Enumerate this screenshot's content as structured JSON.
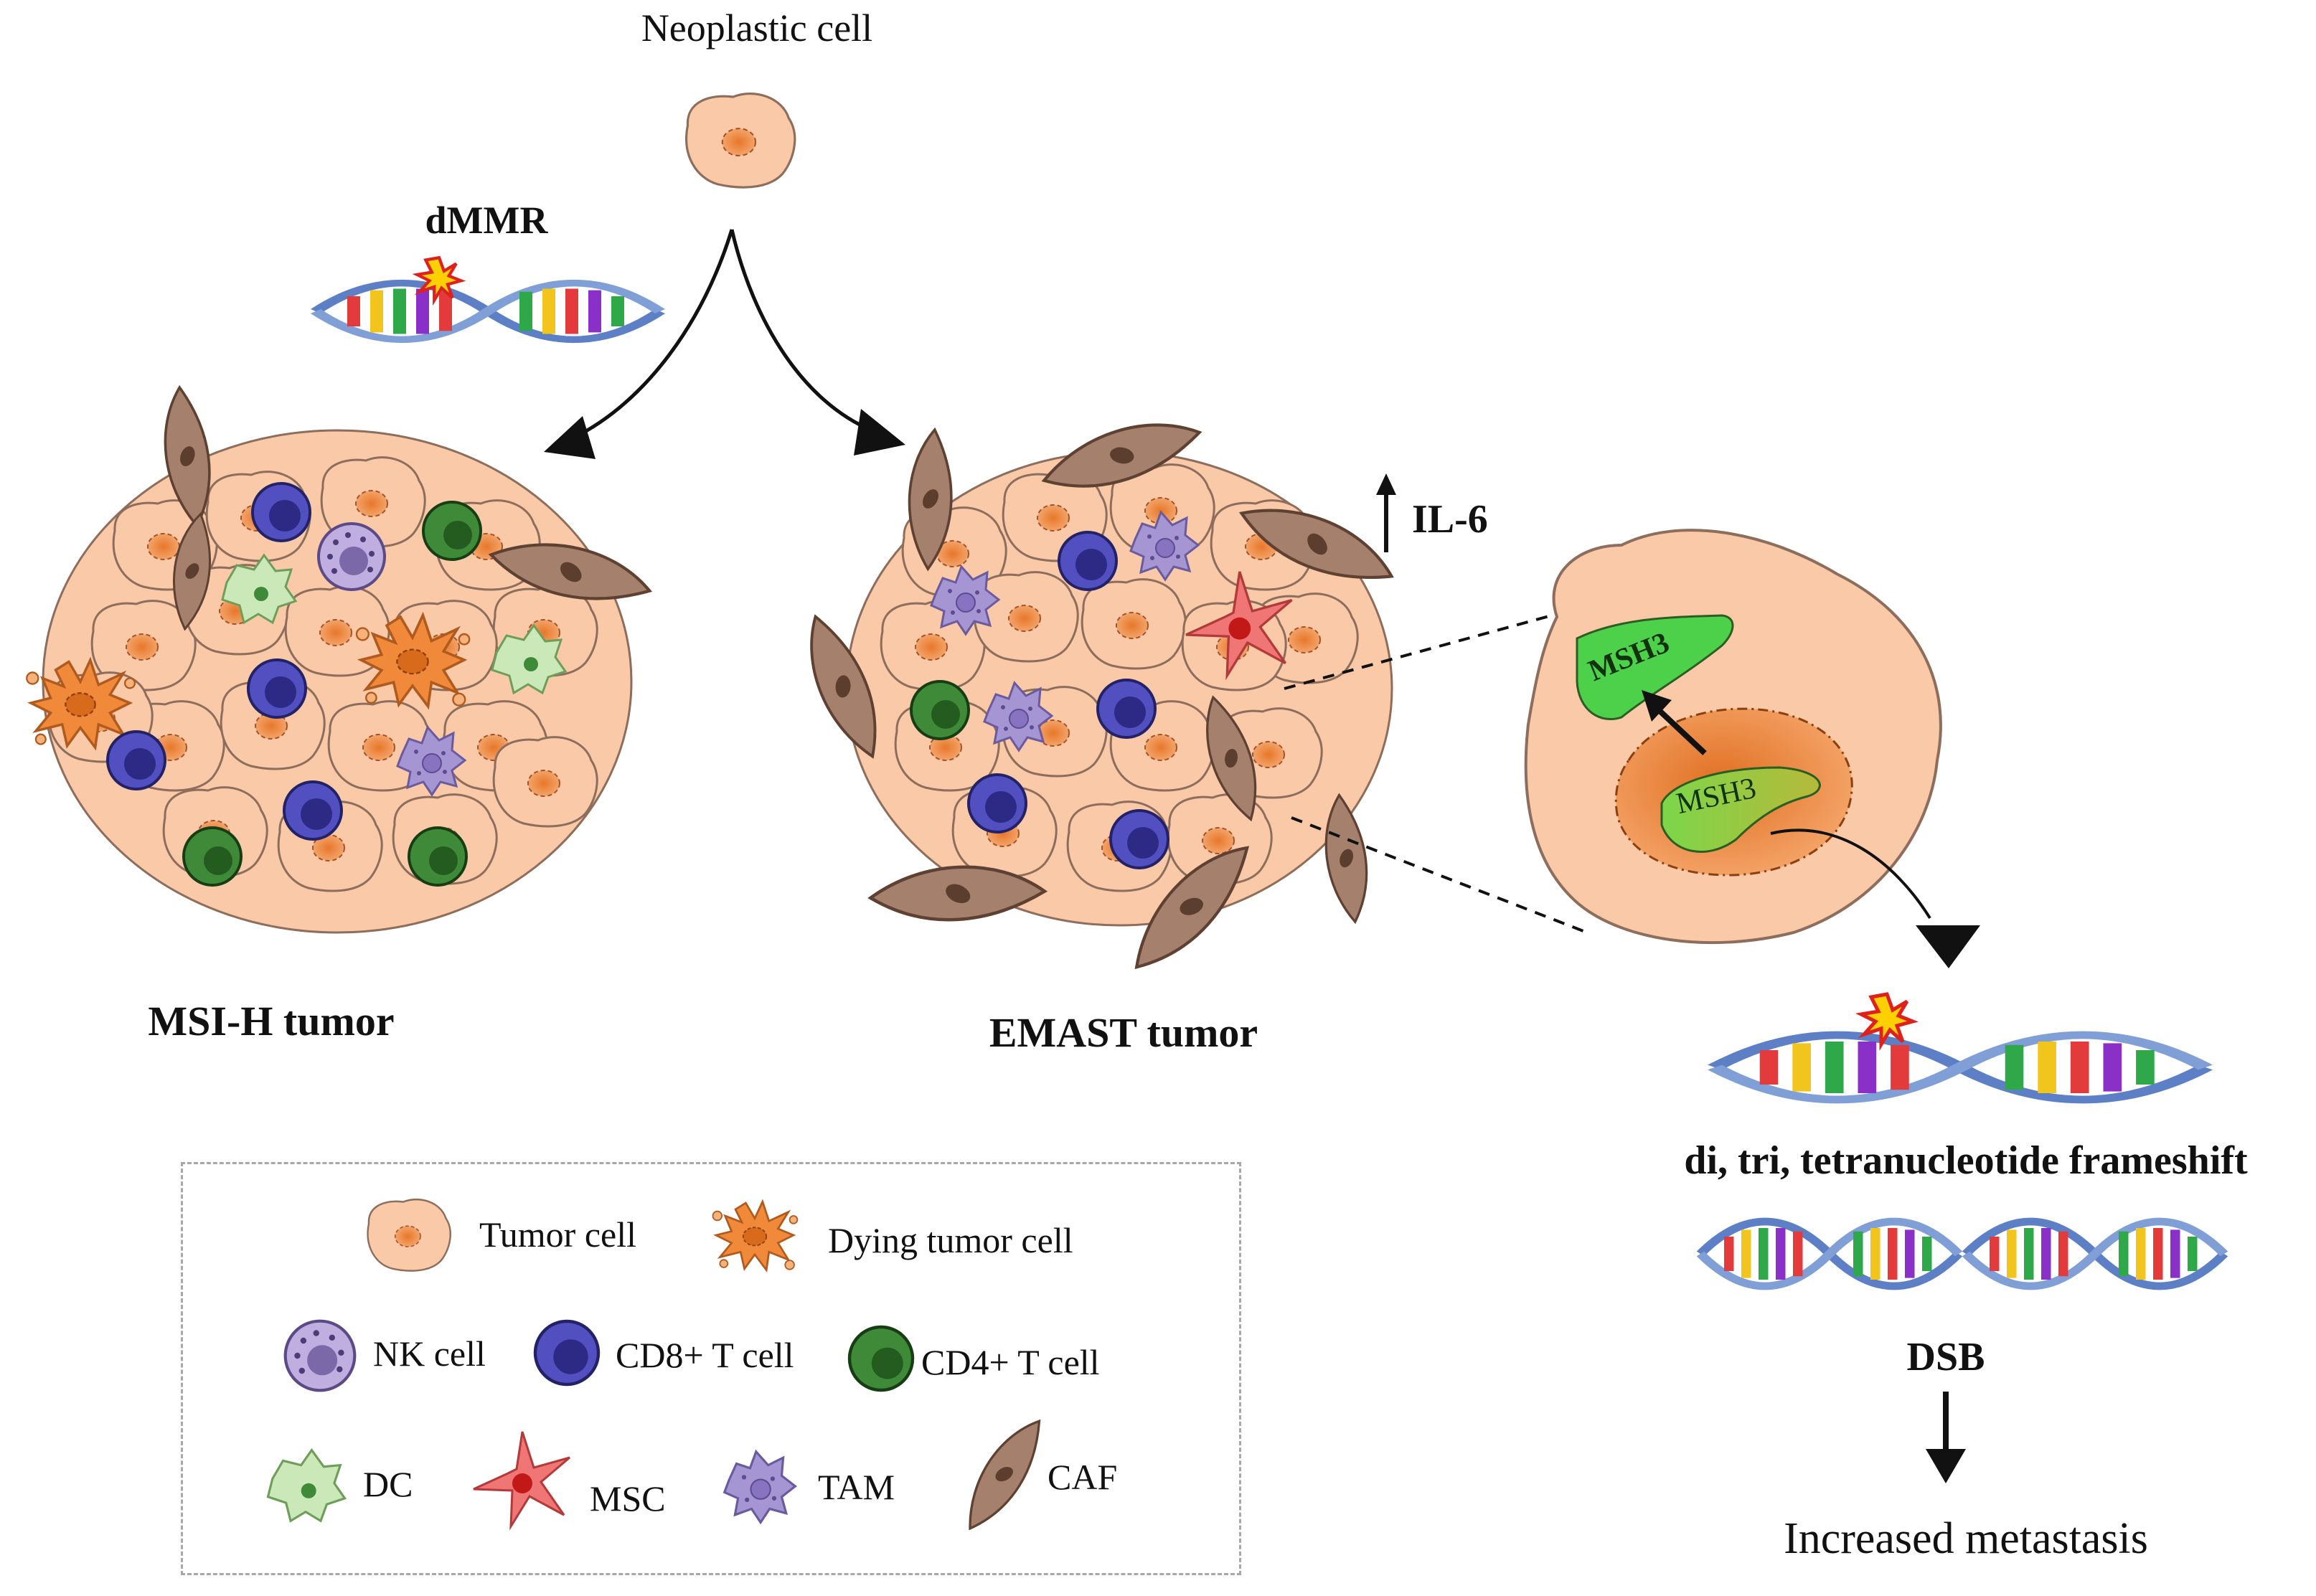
{
  "title": "Neoplastic cell",
  "labels": {
    "dmmr": "dMMR",
    "il6": "IL-6",
    "msih_tumor": "MSI-H tumor",
    "emast_tumor": "EMAST tumor",
    "msh3_cytoplasm": "MSH3",
    "msh3_nucleus": "MSH3",
    "frameshift": "di, tri, tetranucleotide frameshift",
    "dsb": "DSB",
    "outcome": "Increased metastasis"
  },
  "legend": {
    "items": [
      {
        "key": "tumor",
        "label": "Tumor cell",
        "icon": "tumor-cell-icon"
      },
      {
        "key": "dying",
        "label": "Dying tumor cell",
        "icon": "dying-tumor-cell-icon"
      },
      {
        "key": "nk",
        "label": "NK cell",
        "icon": "nk-cell-icon"
      },
      {
        "key": "cd8",
        "label": "CD8+ T cell",
        "icon": "cd8-t-cell-icon"
      },
      {
        "key": "cd4",
        "label": "CD4+ T cell",
        "icon": "cd4-t-cell-icon"
      },
      {
        "key": "dc",
        "label": "DC",
        "icon": "dc-icon"
      },
      {
        "key": "msc",
        "label": "MSC",
        "icon": "msc-icon"
      },
      {
        "key": "tam",
        "label": "TAM",
        "icon": "tam-icon"
      },
      {
        "key": "caf",
        "label": "CAF",
        "icon": "caf-icon"
      }
    ]
  },
  "colors": {
    "tumor_fill": "#f9c9a8",
    "tumor_nucleus": "#ec8a3a",
    "cd8": "#4b4bb5",
    "cd4": "#3d7a35",
    "nk": "#b6a4d6",
    "dc": "#c6e3b4",
    "msc": "#ef6f6f",
    "tam": "#9f8fca",
    "caf": "#a67f6a",
    "msh3": "#4ed14a"
  }
}
